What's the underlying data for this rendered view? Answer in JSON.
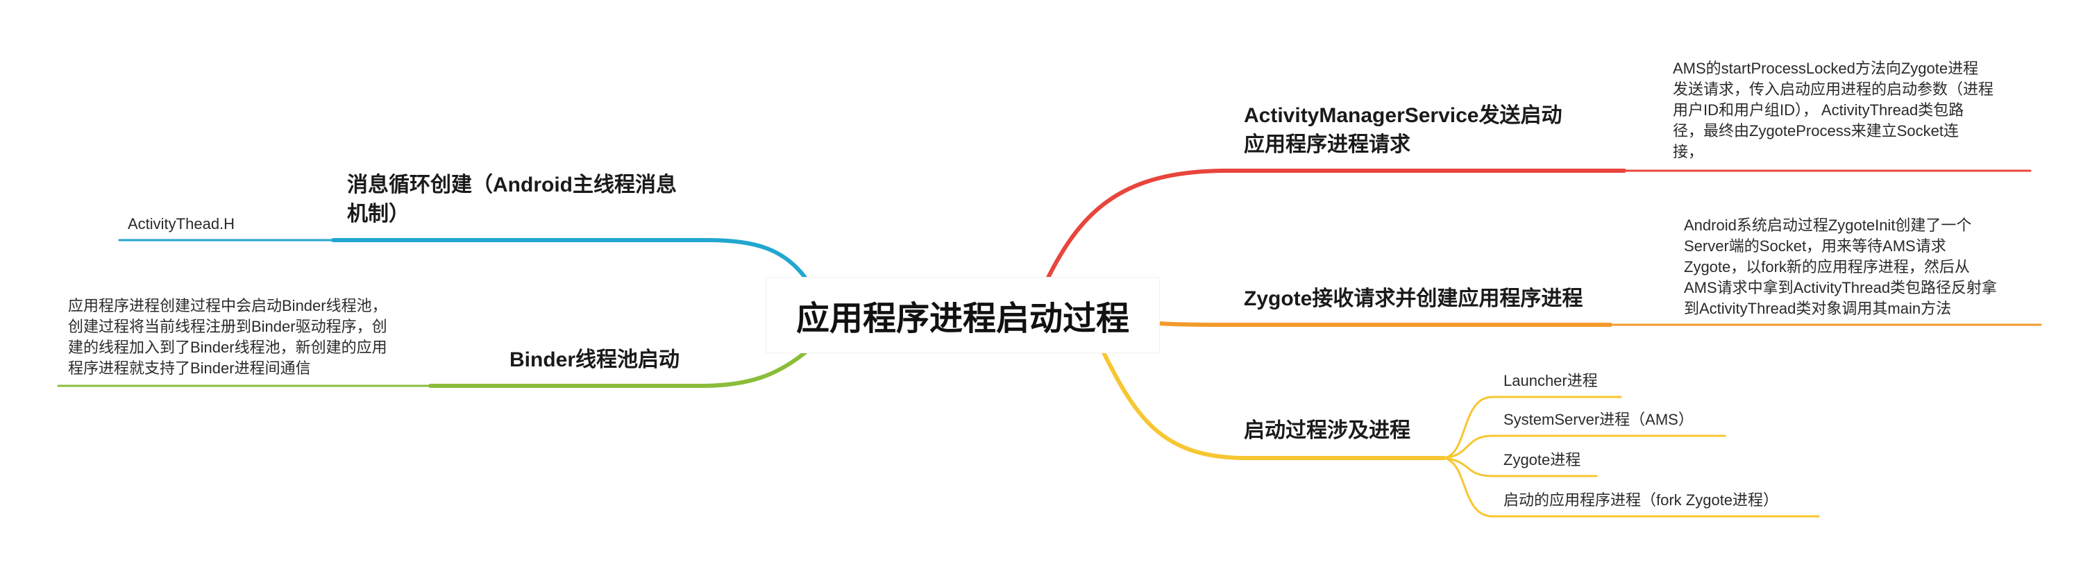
{
  "root": {
    "title": "应用程序进程启动过程"
  },
  "colors": {
    "ams": "#e8453c",
    "zygote": "#f39a2c",
    "processes": "#f7c631",
    "message_loop": "#22a7d0",
    "binder": "#8bbd3a"
  },
  "branches": {
    "ams": {
      "label": "ActivityManagerService发送启动应用程序进程请求",
      "line1": "ActivityManagerService发送启动",
      "line2": "应用程序进程请求",
      "detail": [
        "AMS的startProcessLocked方法向Zygote进程",
        "发送请求，传入启动应用进程的启动参数（进程",
        "用户ID和用户组ID），  ActivityThread类包路",
        "径，最终由ZygoteProcess来建立Socket连",
        "接，"
      ]
    },
    "zygote": {
      "label": "Zygote接收请求并创建应用程序进程",
      "detail": [
        "Android系统启动过程ZygoteInit创建了一个",
        "Server端的Socket，用来等待AMS请求",
        "Zygote，以fork新的应用程序进程，然后从",
        "AMS请求中拿到ActivityThread类包路径反射拿",
        "到ActivityThread类对象调用其main方法"
      ]
    },
    "processes": {
      "label": "启动过程涉及进程",
      "items": [
        "Launcher进程",
        "SystemServer进程（AMS）",
        "Zygote进程",
        "启动的应用程序进程（fork Zygote进程）"
      ]
    },
    "message_loop": {
      "line1": "消息循环创建（Android主线程消息",
      "line2": "机制）",
      "detail": "ActivityThead.H"
    },
    "binder": {
      "label": "Binder线程池启动",
      "detail": [
        "应用程序进程创建过程中会启动Binder线程池，",
        "创建过程将当前线程注册到Binder驱动程序，创",
        "建的线程加入到了Binder线程池，新创建的应用",
        "程序进程就支持了Binder进程间通信"
      ]
    }
  }
}
